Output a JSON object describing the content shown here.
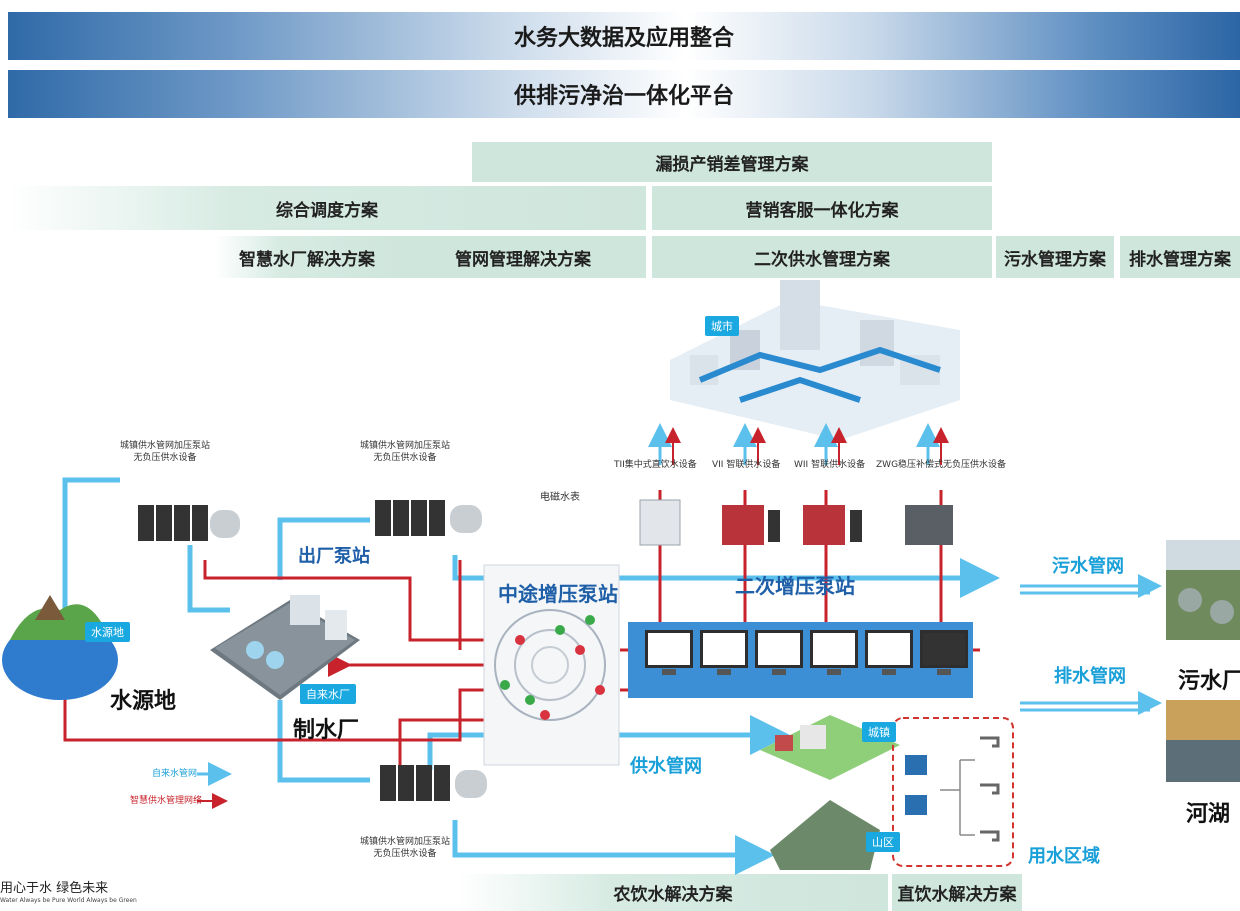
{
  "header": {
    "title1": "水务大数据及应用整合",
    "title2": "供排污净治一体化平台"
  },
  "solutions": {
    "leakage": "漏损产销差管理方案",
    "dispatch": "综合调度方案",
    "marketing": "营销客服一体化方案",
    "smart_plant": "智慧水厂解决方案",
    "pipe_network": "管网管理解决方案",
    "secondary_supply": "二次供水管理方案",
    "sewage_mgmt": "污水管理方案",
    "drainage_mgmt": "排水管理方案",
    "rural_water": "农饮水解决方案",
    "direct_drink": "直饮水解决方案"
  },
  "diagram": {
    "city_tag": "城市",
    "town_tag": "城镇",
    "mountain_tag": "山区",
    "water_source_tag": "水源地",
    "water_source_label": "水源地",
    "plant_tag": "自来水厂",
    "plant_label": "制水厂",
    "booster_top_left": [
      "城镇供水管网加压泵站",
      "无负压供水设备"
    ],
    "booster_top_mid": [
      "城镇供水管网加压泵站",
      "无负压供水设备"
    ],
    "booster_bottom": [
      "城镇供水管网加压泵站",
      "无负压供水设备"
    ],
    "outlet_pump": "出厂泵站",
    "mid_pump": "中途增压泵站",
    "secondary_pump": "二次增压泵站",
    "meter": "电磁水表",
    "supply_network": "供水管网",
    "sewage_network": "污水管网",
    "drainage_network": "排水管网",
    "sewage_plant": "污水厂",
    "rivers_lakes": "河湖",
    "water_area": "用水区域",
    "equipment": [
      "TII集中式直饮水设备",
      "VII 智联供水设备",
      "WII 智联供水设备",
      "ZWG稳压补偿式无负压供水设备"
    ],
    "legend": {
      "tap_pipe": "自来水管网",
      "smart_pipe": "智慧供水管理网络"
    },
    "slogan_cn": "用心于水 绿色未来",
    "slogan_en": "Water Always be Pure    World Always be Green"
  },
  "colors": {
    "pipe_blue": "#5bc0ec",
    "pipe_red": "#c8232c",
    "tag_blue": "#1aa8e0"
  }
}
